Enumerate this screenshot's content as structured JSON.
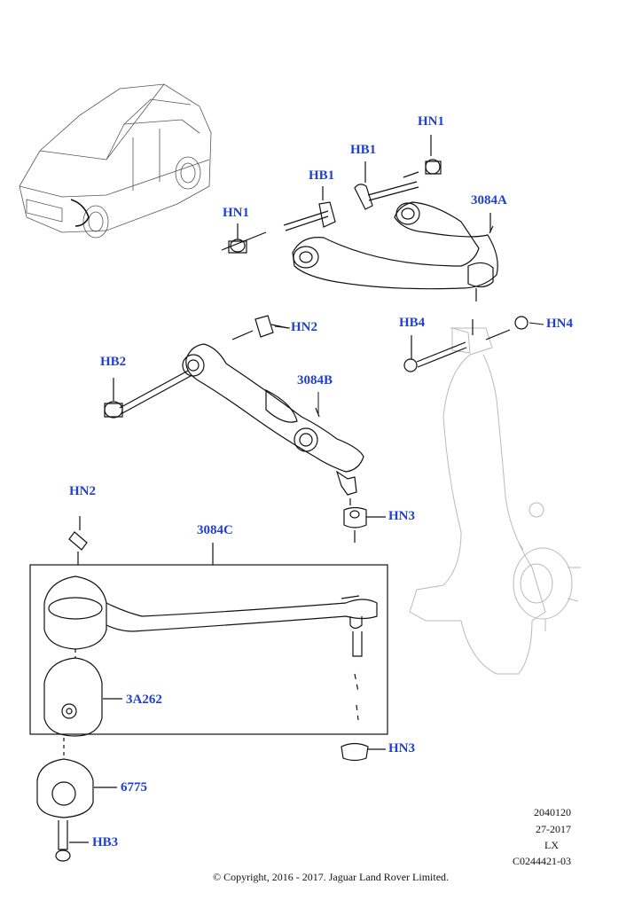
{
  "labels": {
    "hn1_top": "HN1",
    "hb1_top": "HB1",
    "hb1_mid": "HB1",
    "hn1_left": "HN1",
    "part_3084a": "3084A",
    "hn2_upper": "HN2",
    "hb4": "HB4",
    "hn4": "HN4",
    "hb2": "HB2",
    "part_3084b": "3084B",
    "hn2_lower": "HN2",
    "hn3_upper": "HN3",
    "part_3084c": "3084C",
    "part_3a262": "3A262",
    "hn3_lower": "HN3",
    "part_6775": "6775",
    "hb3": "HB3"
  },
  "meta": {
    "line1": "2040120",
    "line2": "27-2017",
    "line3": "LX",
    "line4": "C0244421-03"
  },
  "copyright": "© Copyright, 2016 - 2017. Jaguar Land Rover Limited.",
  "colors": {
    "label": "#1f3fd0",
    "line": "#111111",
    "faint": "#b9b9b9"
  }
}
